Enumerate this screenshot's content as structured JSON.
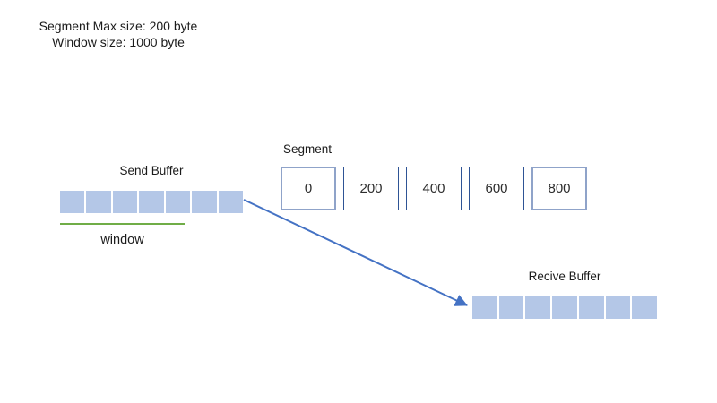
{
  "header": {
    "line1": "Segment Max size: 200 byte",
    "line2": "Window size: 1000 byte"
  },
  "send_buffer": {
    "label": "Send Buffer",
    "cell_count": 7,
    "window_label": "window"
  },
  "segment": {
    "label": "Segment",
    "boxes": [
      {
        "value": "0",
        "border": "light"
      },
      {
        "value": "200",
        "border": "dark"
      },
      {
        "value": "400",
        "border": "dark"
      },
      {
        "value": "600",
        "border": "dark"
      },
      {
        "value": "800",
        "border": "light"
      }
    ]
  },
  "receive_buffer": {
    "label": "Recive Buffer",
    "cell_count": 7
  },
  "colors": {
    "cell_fill": "#B4C7E7",
    "arrow": "#4472C4",
    "box_border_dark": "#2E5395",
    "box_border_light": "#8FA3C9",
    "window_line": "#70AD47",
    "text": "#1B1B1B"
  }
}
